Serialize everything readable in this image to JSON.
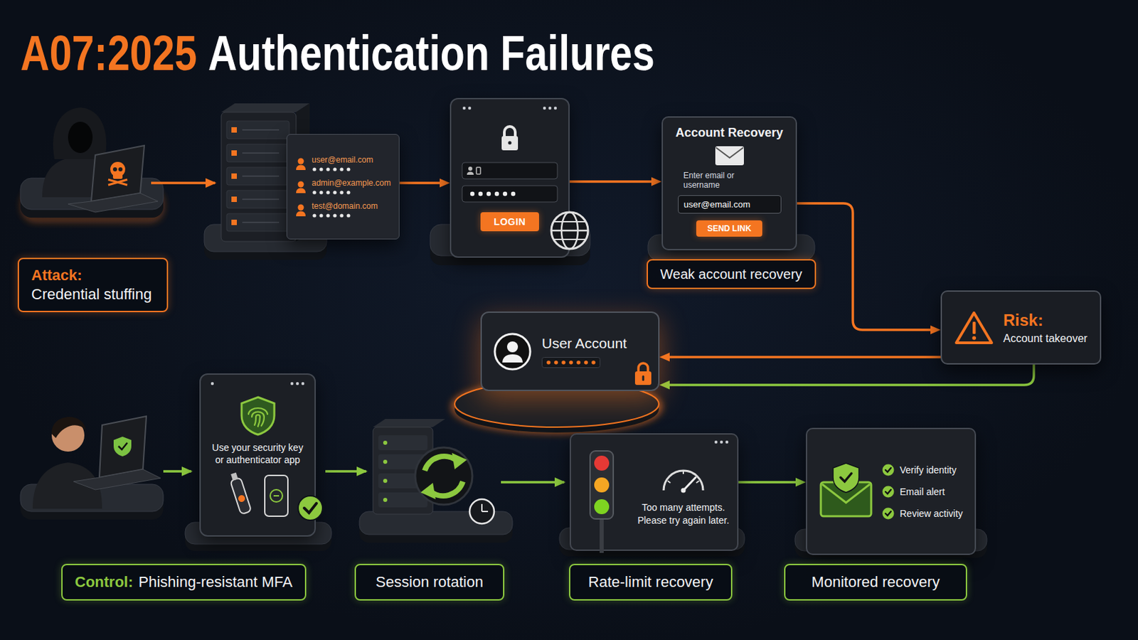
{
  "diagram": {
    "title": "Authentication Failures",
    "nodes": [
      {
        "text": [
          "Attack:",
          "Credential stuffing"
        ]
      },
      {
        "text": [
          "user@email.com",
          "admin@example.com",
          "test@domain.com"
        ]
      },
      {
        "text": [
          "LOGIN"
        ]
      },
      {
        "text": [
          "Account Recovery",
          "Enter email or username",
          "user@email.com",
          "SEND LINK"
        ]
      },
      {
        "text": [
          "Weak account recovery"
        ]
      },
      {
        "text": [
          "Risk:",
          "Account takeover"
        ]
      },
      {
        "text": [
          "User Account"
        ]
      },
      {
        "text": [
          "Use your security key or authenticator app"
        ]
      },
      {
        "text": [
          "Control:",
          "Phishing-resistant MFA"
        ]
      },
      {
        "text": [
          "Session rotation"
        ]
      },
      {
        "text": [
          "Too many attempts. Please try again later."
        ]
      },
      {
        "text": [
          "Rate-limit recovery"
        ]
      },
      {
        "text": [
          "Verify identity",
          "Email alert",
          "Review activity"
        ]
      },
      {
        "text": [
          "Monitored recovery"
        ]
      }
    ],
    "edges": [
      {
        "from": 1,
        "to": 2,
        "arrow": "to"
      },
      {
        "from": 2,
        "to": 3,
        "arrow": "to"
      },
      {
        "from": 3,
        "to": 5,
        "arrow": "to"
      },
      {
        "from": 5,
        "to": 6,
        "arrow": "to"
      },
      {
        "from": 5,
        "to": 6,
        "arrow": "to"
      },
      {
        "from": 10,
        "to": 12,
        "arrow": "to"
      }
    ],
    "labels": [
      "A07:2025"
    ]
  }
}
